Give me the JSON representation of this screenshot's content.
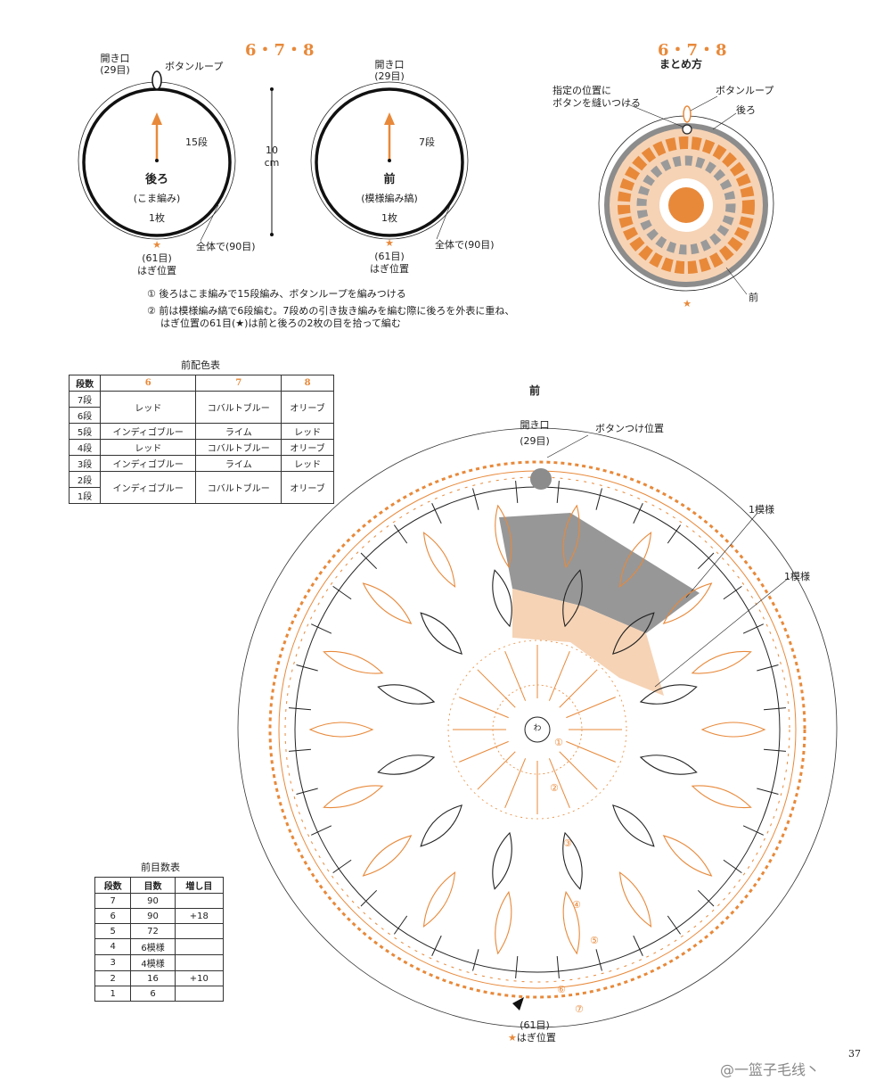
{
  "top_left": {
    "section_title": "6・7・8",
    "back": {
      "opening_label": "開き口",
      "opening_count": "(29目)",
      "button_loop_label": "ボタンループ",
      "rows_label": "15段",
      "title": "後ろ",
      "stitch": "(こま編み)",
      "count": "1枚",
      "total_label": "全体で(90目)",
      "join_star": "★",
      "join_count": "(61目)",
      "join_label": "はぎ位置"
    },
    "size": {
      "value": "10",
      "unit": "cm"
    },
    "front": {
      "opening_label": "開き口",
      "opening_count": "(29目)",
      "rows_label": "7段",
      "title": "前",
      "stitch": "(模様編み縞)",
      "count": "1枚",
      "total_label": "全体で(90目)",
      "join_star": "★",
      "join_count": "(61目)",
      "join_label": "はぎ位置"
    },
    "notes": [
      "① 後ろはこま編みで15段編み、ボタンループを編みつける",
      "② 前は模様編み縞で6段編む。7段めの引き抜き編みを編む際に後ろを外表に重ね、",
      "はぎ位置の61目(★)は前と後ろの2枚の目を拾って編む"
    ]
  },
  "top_right": {
    "section_title": "6・7・8",
    "subtitle": "まとめ方",
    "button_pos_label_1": "指定の位置に",
    "button_pos_label_2": "ボタンを縫いつける",
    "button_loop_label": "ボタンループ",
    "back_label": "後ろ",
    "front_label": "前",
    "star": "★"
  },
  "color_table": {
    "caption": "前配色表",
    "headers": [
      "段数",
      "6",
      "7",
      "8"
    ],
    "rows": [
      {
        "rows": [
          "7段",
          "6段"
        ],
        "c6": "レッド",
        "c7": "コバルトブルー",
        "c8": "オリーブ"
      },
      {
        "rows": [
          "5段"
        ],
        "c6": "インディゴブルー",
        "c7": "ライム",
        "c8": "レッド"
      },
      {
        "rows": [
          "4段"
        ],
        "c6": "レッド",
        "c7": "コバルトブルー",
        "c8": "オリーブ"
      },
      {
        "rows": [
          "3段"
        ],
        "c6": "インディゴブルー",
        "c7": "ライム",
        "c8": "レッド"
      },
      {
        "rows": [
          "2段",
          "1段"
        ],
        "c6": "インディゴブルー",
        "c7": "コバルトブルー",
        "c8": "オリーブ"
      }
    ]
  },
  "chart": {
    "title": "前",
    "opening_label": "開き口",
    "opening_count": "(29目)",
    "button_pos_label": "ボタンつけ位置",
    "motif_label_1": "1模様",
    "motif_label_2": "1模様",
    "center_label": "わ",
    "round_labels": [
      "①",
      "②",
      "③",
      "④",
      "⑤",
      "⑥",
      "⑦"
    ],
    "join_count": "(61目)",
    "join_star": "★",
    "join_label": "はぎ位置"
  },
  "stitch_table": {
    "caption": "前目数表",
    "headers": [
      "段数",
      "目数",
      "増し目"
    ],
    "rows": [
      {
        "row": "7",
        "count": "90",
        "inc": ""
      },
      {
        "row": "6",
        "count": "90",
        "inc": "+18"
      },
      {
        "row": "5",
        "count": "72",
        "inc": ""
      },
      {
        "row": "4",
        "count": "6模様",
        "inc": ""
      },
      {
        "row": "3",
        "count": "4模様",
        "inc": ""
      },
      {
        "row": "2",
        "count": "16",
        "inc": "+10"
      },
      {
        "row": "1",
        "count": "6",
        "inc": ""
      }
    ]
  },
  "page_number": "37",
  "watermark": "@一篮子毛线丶",
  "colors": {
    "orange": "#e8893a",
    "gray": "#8c8c8c",
    "peach": "#f6d3b5",
    "black": "#222222"
  }
}
